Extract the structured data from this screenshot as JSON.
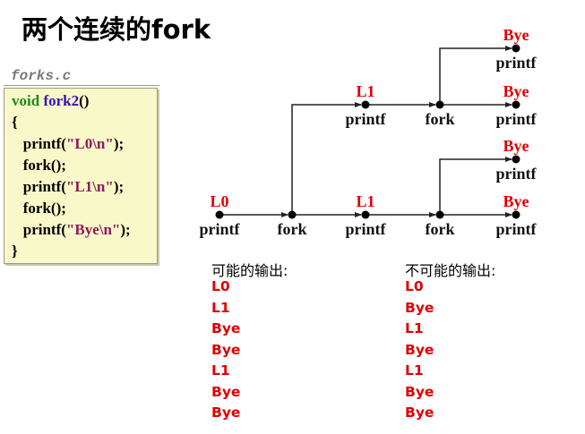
{
  "title": "两个连续的fork",
  "code": {
    "filename": "forks.c",
    "lines": [
      {
        "parts": [
          {
            "t": "void ",
            "c": "kw"
          },
          {
            "t": "fork2",
            "c": "fn"
          },
          {
            "t": "()",
            "c": ""
          }
        ]
      },
      {
        "parts": [
          {
            "t": "{",
            "c": ""
          }
        ]
      },
      {
        "parts": [
          {
            "t": "   printf(",
            "c": ""
          },
          {
            "t": "\"L0\\n\"",
            "c": "str"
          },
          {
            "t": ");",
            "c": ""
          }
        ]
      },
      {
        "parts": [
          {
            "t": "   fork();",
            "c": ""
          }
        ]
      },
      {
        "parts": [
          {
            "t": "   printf(",
            "c": ""
          },
          {
            "t": "\"L1\\n\"",
            "c": "str"
          },
          {
            "t": ");",
            "c": ""
          }
        ]
      },
      {
        "parts": [
          {
            "t": "   fork();",
            "c": ""
          }
        ]
      },
      {
        "parts": [
          {
            "t": "   printf(",
            "c": ""
          },
          {
            "t": "\"Bye\\n\"",
            "c": "str"
          },
          {
            "t": ");",
            "c": ""
          }
        ]
      },
      {
        "parts": [
          {
            "t": "}",
            "c": ""
          }
        ]
      }
    ]
  },
  "diagram": {
    "colors": {
      "output": "#e00000",
      "node": "#000000",
      "edge": "#222222"
    },
    "nodes": [
      {
        "id": "p0",
        "op": "printf",
        "output": "L0"
      },
      {
        "id": "f1",
        "op": "fork",
        "output": ""
      },
      {
        "id": "p1a",
        "op": "printf",
        "output": "L1"
      },
      {
        "id": "p1b",
        "op": "printf",
        "output": "L1"
      },
      {
        "id": "f2a",
        "op": "fork",
        "output": ""
      },
      {
        "id": "f2b",
        "op": "fork",
        "output": ""
      },
      {
        "id": "b1",
        "op": "printf",
        "output": "Bye"
      },
      {
        "id": "b2",
        "op": "printf",
        "output": "Bye"
      },
      {
        "id": "b3",
        "op": "printf",
        "output": "Bye"
      },
      {
        "id": "b4",
        "op": "printf",
        "output": "Bye"
      }
    ],
    "edges": [
      [
        "p0",
        "f1"
      ],
      [
        "f1",
        "p1a"
      ],
      [
        "f1",
        "p1b"
      ],
      [
        "p1a",
        "f2a"
      ],
      [
        "p1b",
        "f2b"
      ],
      [
        "f2a",
        "b1"
      ],
      [
        "f2a",
        "b2"
      ],
      [
        "f2b",
        "b3"
      ],
      [
        "f2b",
        "b4"
      ]
    ]
  },
  "outputs": {
    "possible": {
      "heading": "可能的输出:",
      "items": [
        "L0",
        "L1",
        "Bye",
        "Bye",
        "L1",
        "Bye",
        "Bye"
      ]
    },
    "impossible": {
      "heading": "不可能的输出:",
      "items": [
        "L0",
        "Bye",
        "L1",
        "Bye",
        "L1",
        "Bye",
        "Bye"
      ]
    }
  }
}
